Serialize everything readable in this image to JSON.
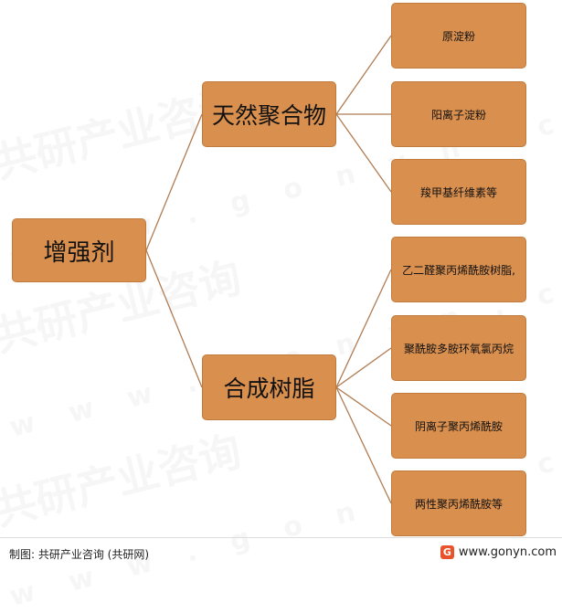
{
  "diagram": {
    "root": "增强剂",
    "branches": [
      {
        "label": "天然聚合物",
        "children": [
          "原淀粉",
          "阳离子淀粉",
          "羧甲基纤维素等"
        ]
      },
      {
        "label": "合成树脂",
        "children": [
          "乙二醛聚丙烯酰胺树脂,",
          "聚酰胺多胺环氧氯丙烷",
          "阴离子聚丙烯酰胺",
          "两性聚丙烯酰胺等"
        ]
      }
    ],
    "box_color": "#d98f4e",
    "line_color": "#b07c52"
  },
  "footer": {
    "credit": "制图: 共研产业咨询 (共研网)",
    "website": "www.gonyn.com",
    "logo_icon": "gonyn-logo-icon"
  },
  "watermark": {
    "text": "共研产业咨询",
    "url": "w w w . g o n y n . c o m"
  }
}
